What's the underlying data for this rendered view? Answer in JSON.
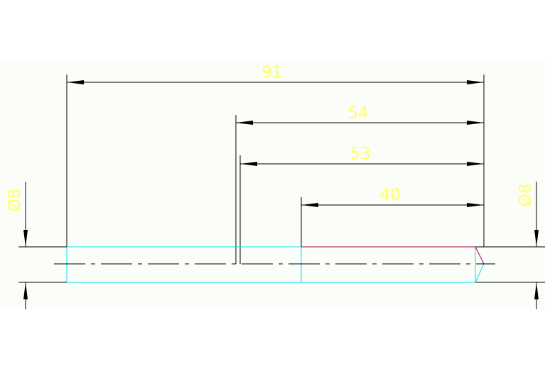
{
  "colors": {
    "canvas": "#fbfef8",
    "dimension_text": "#ffff66",
    "part_outline": "#00e5ee",
    "chamfer_edge": "#b0004f",
    "lines": "#000000"
  },
  "dimensions": {
    "overall_length": "91",
    "length_54": "54",
    "length_53": "53",
    "length_40": "40",
    "diameter_left": "Ø8",
    "diameter_right": "Ø8"
  }
}
